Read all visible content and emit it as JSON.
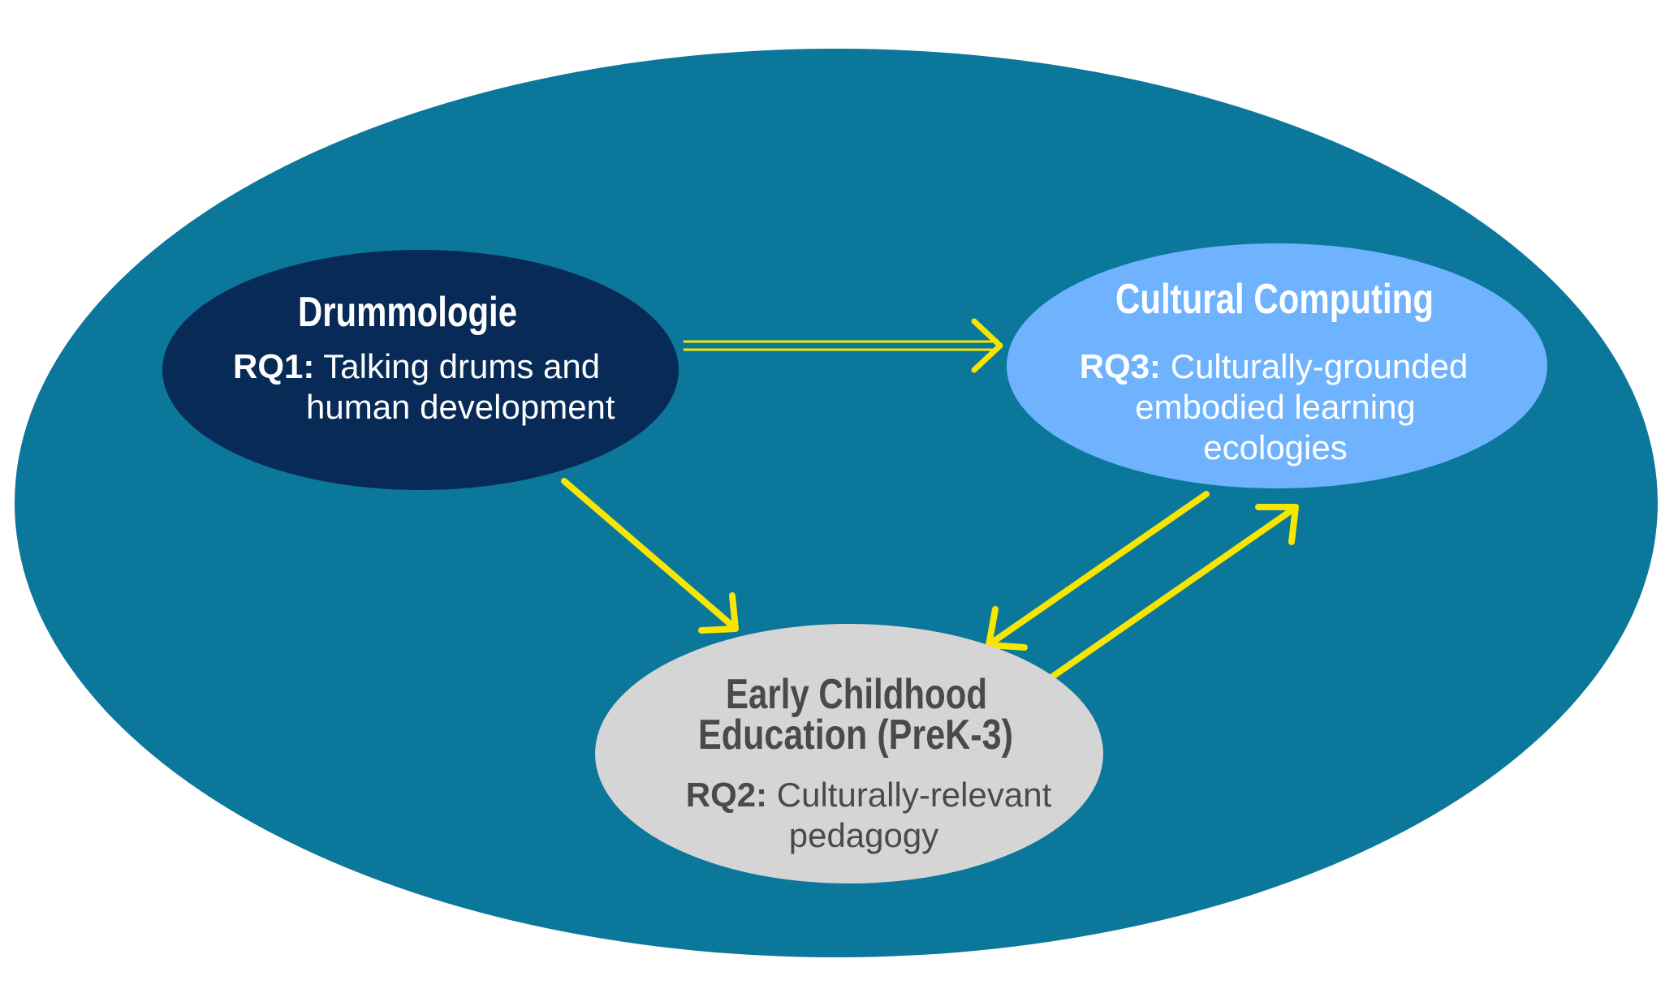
{
  "colors": {
    "background_ellipse": "#0b779b",
    "drummologie_fill": "#082a57",
    "cultural_fill": "#6fb3ff",
    "early_fill": "#d5d5d5",
    "arrow": "#f7e600",
    "light_text": "#ffffff",
    "dark_text": "#4a4a4a"
  },
  "nodes": {
    "drummologie": {
      "title": "Drummologie",
      "rq_label": "RQ1:",
      "rq_line1": " Talking drums and",
      "rq_line2": "human development"
    },
    "cultural_computing": {
      "title": "Cultural Computing",
      "rq_label": "RQ3:",
      "rq_line1": " Culturally-grounded",
      "rq_line2": "embodied learning",
      "rq_line3": "ecologies"
    },
    "early_childhood": {
      "title_line1": "Early Childhood",
      "title_line2": "Education (PreK-3)",
      "rq_label": "RQ2:",
      "rq_line1": " Culturally-relevant",
      "rq_line2": "pedagogy"
    }
  },
  "edges": [
    {
      "from": "drummologie",
      "to": "cultural_computing",
      "style": "double-line"
    },
    {
      "from": "drummologie",
      "to": "early_childhood",
      "style": "single"
    },
    {
      "from": "cultural_computing",
      "to": "early_childhood",
      "style": "single"
    },
    {
      "from": "early_childhood",
      "to": "cultural_computing",
      "style": "single"
    }
  ]
}
